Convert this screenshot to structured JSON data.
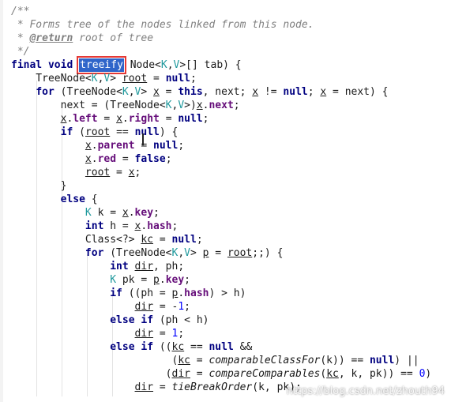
{
  "editor": {
    "lines": [
      [
        {
          "t": "/**",
          "c": "cmt"
        }
      ],
      [
        {
          "t": " * Forms tree of the nodes linked from this node.",
          "c": "cmt"
        }
      ],
      [
        {
          "t": " * ",
          "c": "cmt"
        },
        {
          "t": "@return",
          "c": "tag"
        },
        {
          "t": " root of tree",
          "c": "cmt"
        }
      ],
      [
        {
          "t": " */",
          "c": "cmt"
        }
      ],
      [
        {
          "t": "final",
          "c": "kw"
        },
        {
          "t": " "
        },
        {
          "t": "void",
          "c": "kw"
        },
        {
          "t": " "
        },
        {
          "t": "treeify",
          "c": "sel"
        },
        {
          "t": " Node<"
        },
        {
          "t": "K",
          "c": "tp"
        },
        {
          "t": ","
        },
        {
          "t": "V",
          "c": "tp"
        },
        {
          "t": ">[] tab) {"
        }
      ],
      [
        {
          "t": "    TreeNode<"
        },
        {
          "t": "K",
          "c": "tp"
        },
        {
          "t": ","
        },
        {
          "t": "V",
          "c": "tp"
        },
        {
          "t": "> "
        },
        {
          "t": "root",
          "c": "var"
        },
        {
          "t": " = "
        },
        {
          "t": "null",
          "c": "kw"
        },
        {
          "t": ";"
        }
      ],
      [
        {
          "t": "    "
        },
        {
          "t": "for",
          "c": "kw"
        },
        {
          "t": " (TreeNode<"
        },
        {
          "t": "K",
          "c": "tp"
        },
        {
          "t": ","
        },
        {
          "t": "V",
          "c": "tp"
        },
        {
          "t": "> "
        },
        {
          "t": "x",
          "c": "var"
        },
        {
          "t": " = "
        },
        {
          "t": "this",
          "c": "kw"
        },
        {
          "t": ", next; "
        },
        {
          "t": "x",
          "c": "var"
        },
        {
          "t": " != "
        },
        {
          "t": "null",
          "c": "kw"
        },
        {
          "t": "; "
        },
        {
          "t": "x",
          "c": "var"
        },
        {
          "t": " = next) {"
        }
      ],
      [
        {
          "t": "        next = (TreeNode<"
        },
        {
          "t": "K",
          "c": "tp"
        },
        {
          "t": ","
        },
        {
          "t": "V",
          "c": "tp"
        },
        {
          "t": ">)"
        },
        {
          "t": "x",
          "c": "var"
        },
        {
          "t": "."
        },
        {
          "t": "next",
          "c": "fld"
        },
        {
          "t": ";"
        }
      ],
      [
        {
          "t": "        "
        },
        {
          "t": "x",
          "c": "var"
        },
        {
          "t": "."
        },
        {
          "t": "left",
          "c": "fld"
        },
        {
          "t": " = "
        },
        {
          "t": "x",
          "c": "var"
        },
        {
          "t": "."
        },
        {
          "t": "right",
          "c": "fld"
        },
        {
          "t": " = "
        },
        {
          "t": "null",
          "c": "kw"
        },
        {
          "t": ";"
        }
      ],
      [
        {
          "t": "        "
        },
        {
          "t": "if",
          "c": "kw"
        },
        {
          "t": " ("
        },
        {
          "t": "root",
          "c": "var"
        },
        {
          "t": " == "
        },
        {
          "t": "null",
          "c": "kw"
        },
        {
          "t": ") {"
        }
      ],
      [
        {
          "t": "            "
        },
        {
          "t": "x",
          "c": "var"
        },
        {
          "t": "."
        },
        {
          "t": "parent",
          "c": "fld"
        },
        {
          "t": " = "
        },
        {
          "t": "null",
          "c": "kw"
        },
        {
          "t": ";"
        }
      ],
      [
        {
          "t": "            "
        },
        {
          "t": "x",
          "c": "var"
        },
        {
          "t": "."
        },
        {
          "t": "red",
          "c": "fld"
        },
        {
          "t": " = "
        },
        {
          "t": "false",
          "c": "kw"
        },
        {
          "t": ";"
        }
      ],
      [
        {
          "t": "            "
        },
        {
          "t": "root",
          "c": "var"
        },
        {
          "t": " = "
        },
        {
          "t": "x",
          "c": "var"
        },
        {
          "t": ";"
        }
      ],
      [
        {
          "t": "        }"
        }
      ],
      [
        {
          "t": "        "
        },
        {
          "t": "else",
          "c": "kw"
        },
        {
          "t": " {"
        }
      ],
      [
        {
          "t": "            "
        },
        {
          "t": "K",
          "c": "tp"
        },
        {
          "t": " k = "
        },
        {
          "t": "x",
          "c": "var"
        },
        {
          "t": "."
        },
        {
          "t": "key",
          "c": "fld"
        },
        {
          "t": ";"
        }
      ],
      [
        {
          "t": "            "
        },
        {
          "t": "int",
          "c": "kw"
        },
        {
          "t": " h = "
        },
        {
          "t": "x",
          "c": "var"
        },
        {
          "t": "."
        },
        {
          "t": "hash",
          "c": "fld"
        },
        {
          "t": ";"
        }
      ],
      [
        {
          "t": "            Class<?> "
        },
        {
          "t": "kc",
          "c": "var"
        },
        {
          "t": " = "
        },
        {
          "t": "null",
          "c": "kw"
        },
        {
          "t": ";"
        }
      ],
      [
        {
          "t": "            "
        },
        {
          "t": "for",
          "c": "kw"
        },
        {
          "t": " (TreeNode<"
        },
        {
          "t": "K",
          "c": "tp"
        },
        {
          "t": ","
        },
        {
          "t": "V",
          "c": "tp"
        },
        {
          "t": "> "
        },
        {
          "t": "p",
          "c": "var"
        },
        {
          "t": " = "
        },
        {
          "t": "root",
          "c": "var"
        },
        {
          "t": ";;) {"
        }
      ],
      [
        {
          "t": "                "
        },
        {
          "t": "int",
          "c": "kw"
        },
        {
          "t": " "
        },
        {
          "t": "dir",
          "c": "var"
        },
        {
          "t": ", ph;"
        }
      ],
      [
        {
          "t": "                "
        },
        {
          "t": "K",
          "c": "tp"
        },
        {
          "t": " pk = "
        },
        {
          "t": "p",
          "c": "var"
        },
        {
          "t": "."
        },
        {
          "t": "key",
          "c": "fld"
        },
        {
          "t": ";"
        }
      ],
      [
        {
          "t": "                "
        },
        {
          "t": "if",
          "c": "kw"
        },
        {
          "t": " ((ph = "
        },
        {
          "t": "p",
          "c": "var"
        },
        {
          "t": "."
        },
        {
          "t": "hash",
          "c": "fld"
        },
        {
          "t": ") > h)"
        }
      ],
      [
        {
          "t": "                    "
        },
        {
          "t": "dir",
          "c": "var"
        },
        {
          "t": " = -"
        },
        {
          "t": "1",
          "c": "num"
        },
        {
          "t": ";"
        }
      ],
      [
        {
          "t": "                "
        },
        {
          "t": "else if",
          "c": "kw"
        },
        {
          "t": " (ph < h)"
        }
      ],
      [
        {
          "t": "                    "
        },
        {
          "t": "dir",
          "c": "var"
        },
        {
          "t": " = "
        },
        {
          "t": "1",
          "c": "num"
        },
        {
          "t": ";"
        }
      ],
      [
        {
          "t": "                "
        },
        {
          "t": "else if",
          "c": "kw"
        },
        {
          "t": " (("
        },
        {
          "t": "kc",
          "c": "var"
        },
        {
          "t": " == "
        },
        {
          "t": "null",
          "c": "kw"
        },
        {
          "t": " &&"
        }
      ],
      [
        {
          "t": "                          ("
        },
        {
          "t": "kc",
          "c": "var"
        },
        {
          "t": " = "
        },
        {
          "t": "comparableClassFor",
          "c": "itl"
        },
        {
          "t": "(k)) == "
        },
        {
          "t": "null",
          "c": "kw"
        },
        {
          "t": ") ||"
        }
      ],
      [
        {
          "t": "                         ("
        },
        {
          "t": "dir",
          "c": "var"
        },
        {
          "t": " = "
        },
        {
          "t": "compareComparables",
          "c": "itl"
        },
        {
          "t": "("
        },
        {
          "t": "kc",
          "c": "var"
        },
        {
          "t": ", k, pk)) == "
        },
        {
          "t": "0",
          "c": "num"
        },
        {
          "t": ")"
        }
      ],
      [
        {
          "t": "                    "
        },
        {
          "t": "dir",
          "c": "var"
        },
        {
          "t": " = "
        },
        {
          "t": "tieBreakOrder",
          "c": "itl"
        },
        {
          "t": "(k, pk);"
        }
      ]
    ]
  },
  "watermark": "https://blog.csdn.net/zhouth94"
}
